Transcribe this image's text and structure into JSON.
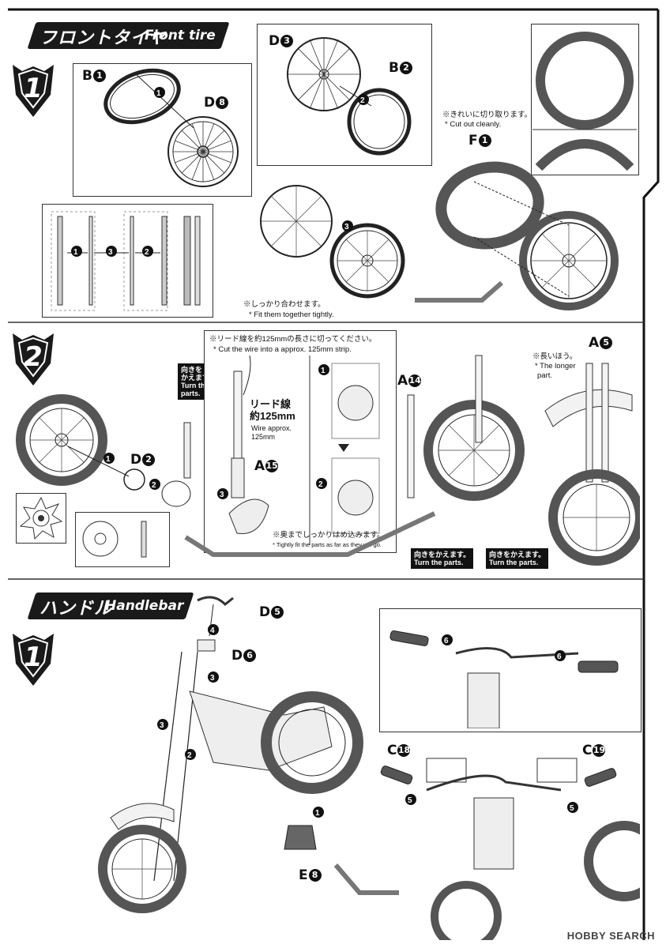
{
  "colors": {
    "ink": "#1a1a1a",
    "paper": "#ffffff",
    "tire": "#555555"
  },
  "section1": {
    "title_jp": "フロントタイヤ",
    "title_en": "Front tire",
    "step": "1",
    "parts": {
      "b1": "B",
      "b1n": "1",
      "d8": "D",
      "d8n": "8",
      "d3": "D",
      "d3n": "3",
      "b2": "B",
      "b2n": "2",
      "f1": "F",
      "f1n": "1"
    },
    "notes": {
      "cut_jp": "※きれいに切り取ります。",
      "cut_en": "* Cut out cleanly.",
      "fit_jp": "※しっかり合わせます。",
      "fit_en": "* Fit them together tightly."
    },
    "nums": [
      "1",
      "2",
      "3"
    ]
  },
  "section2": {
    "step": "2",
    "parts": {
      "d2": "D",
      "d2n": "2",
      "a14": "A",
      "a14n": "14",
      "a15": "A",
      "a15n": "15",
      "a5": "A",
      "a5n": "5"
    },
    "notes": {
      "wire_jp": "※リード線を約125mmの長さに切ってください。",
      "wire_en": "* Cut the wire into a approx. 125mm strip.",
      "wire_label_jp": "リード線",
      "wire_label_jp2": "約125mm",
      "wire_label_en": "Wire approx.",
      "wire_label_en2": "125mm",
      "tight_jp": "※奥までしっかりはめ込みます。",
      "tight_en": "* Tightly fit the parts as far as they will go.",
      "longer_jp": "※長いほう。",
      "longer_en": "* The longer",
      "longer_en2": "part."
    },
    "turn_tag": {
      "jp": "向きを",
      "jp2": "かえます。",
      "en": "Turn the",
      "en2": "parts."
    },
    "turn_tag2": {
      "jp": "向きをかえます。",
      "en": "Turn the parts."
    },
    "turn_tag3": {
      "jp": "向きをかえます。",
      "en": "Turn the parts."
    }
  },
  "section3": {
    "title_jp": "ハンドル",
    "title_en": "Handlebar",
    "step": "1",
    "parts": {
      "d5": "D",
      "d5n": "5",
      "d6": "D",
      "d6n": "6",
      "c18": "C",
      "c18n": "18",
      "c19": "C",
      "c19n": "19",
      "e8": "E",
      "e8n": "8"
    },
    "nums": [
      "1",
      "2",
      "3",
      "4",
      "5",
      "6"
    ]
  },
  "watermark": "HOBBY SEARCH"
}
